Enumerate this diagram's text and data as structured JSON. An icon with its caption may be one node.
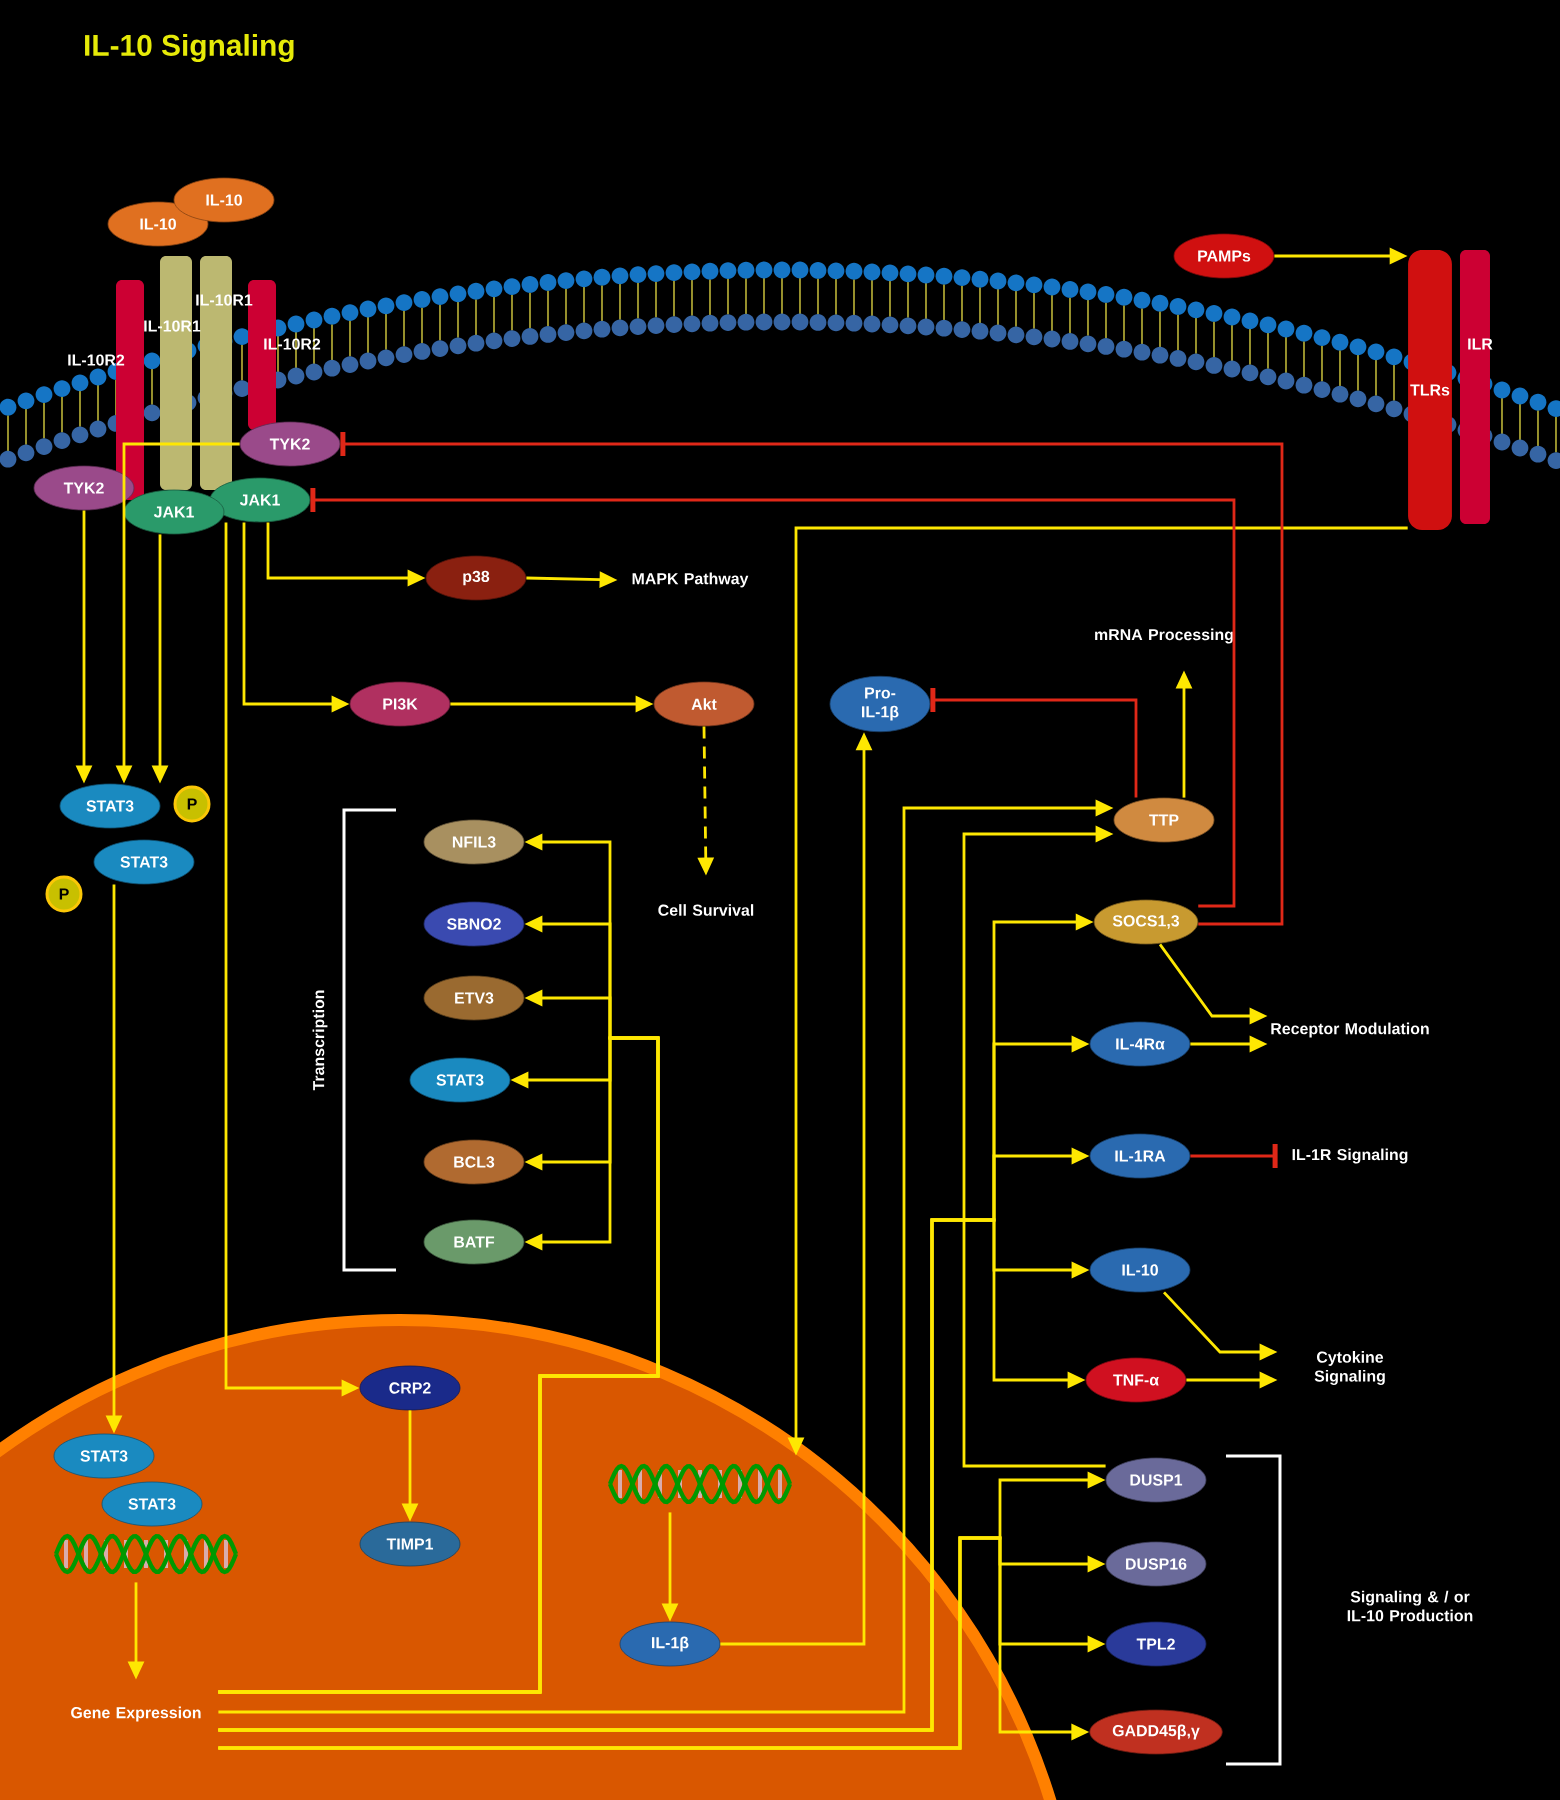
{
  "diagram": {
    "title": "IL-10 Signaling",
    "nodes": [
      {
        "text": [
          "IL-10"
        ]
      },
      {
        "text": [
          "IL-10"
        ]
      },
      {
        "text": [
          "TYK2"
        ]
      },
      {
        "text": [
          "TYK2"
        ]
      },
      {
        "text": [
          "JAK1"
        ]
      },
      {
        "text": [
          "JAK1"
        ]
      },
      {
        "text": [
          "PAMPs"
        ]
      },
      {
        "text": [
          "TLRs"
        ]
      },
      {
        "text": [
          "p38"
        ]
      },
      {
        "text": [
          "MAPK Pathway"
        ]
      },
      {
        "text": [
          "PI3K"
        ]
      },
      {
        "text": [
          "Akt"
        ]
      },
      {
        "text": [
          "mRNA Processing"
        ]
      },
      {
        "text": [
          "Pro- IL-1β"
        ]
      },
      {
        "text": [
          "STAT3"
        ]
      },
      {
        "text": [
          "P"
        ]
      },
      {
        "text": [
          "STAT3"
        ]
      },
      {
        "text": [
          "P"
        ]
      },
      {
        "text": [
          "NFIL3"
        ]
      },
      {
        "text": [
          "TTP"
        ]
      },
      {
        "text": [
          "SBNO2"
        ]
      },
      {
        "text": [
          "Cell Survival"
        ]
      },
      {
        "text": [
          "SOCS1,3"
        ]
      },
      {
        "text": [
          "ETV3"
        ]
      },
      {
        "text": [
          "Receptor Modulation"
        ]
      },
      {
        "text": [
          "IL-4Rα"
        ]
      },
      {
        "text": [
          "STAT3"
        ]
      },
      {
        "text": [
          "IL-1RA"
        ]
      },
      {
        "text": [
          "IL-1R Signaling"
        ]
      },
      {
        "text": [
          "BCL3"
        ]
      },
      {
        "text": [
          "BATF"
        ]
      },
      {
        "text": [
          "IL-10"
        ]
      },
      {
        "text": [
          "Cytokine Signaling"
        ]
      },
      {
        "text": [
          "TNF-α"
        ]
      },
      {
        "text": [
          "CRP2"
        ]
      },
      {
        "text": [
          "STAT3"
        ]
      },
      {
        "text": [
          "STAT3"
        ]
      },
      {
        "text": [],
        "shape": "picture"
      },
      {
        "text": [
          "DUSP1"
        ]
      },
      {
        "text": [],
        "shape": "picture"
      },
      {
        "text": [
          "TIMP1"
        ]
      },
      {
        "text": [
          "DUSP16"
        ]
      },
      {
        "text": [
          "IL-1β"
        ]
      },
      {
        "text": [
          "TPL2"
        ]
      },
      {
        "text": [
          "Gene Expression"
        ]
      },
      {
        "text": [
          "GADD45β,γ"
        ]
      }
    ],
    "edges": [
      {
        "from": 3,
        "to": 14,
        "arrow": "to"
      },
      {
        "from": 2,
        "to": 14,
        "arrow": "to"
      },
      {
        "from": 5,
        "to": 14,
        "arrow": "to"
      },
      {
        "from": 6,
        "to": 7,
        "arrow": "to"
      },
      {
        "from": 7,
        "to": 39,
        "arrow": "to"
      },
      {
        "from": 4,
        "to": 8,
        "arrow": "to"
      },
      {
        "from": 8,
        "to": 9,
        "arrow": "to"
      },
      {
        "from": 4,
        "to": 10,
        "arrow": "to"
      },
      {
        "from": 10,
        "to": 11,
        "arrow": "to"
      },
      {
        "from": 11,
        "to": 21,
        "arrow": "to",
        "style": "dashed"
      },
      {
        "from": 4,
        "to": 34,
        "arrow": "to"
      },
      {
        "from": 34,
        "to": 40,
        "arrow": "to"
      },
      {
        "from": 16,
        "to": 35,
        "arrow": "to"
      },
      {
        "from": 37,
        "to": 44,
        "arrow": "to"
      },
      {
        "from": 39,
        "to": 42,
        "arrow": "to"
      },
      {
        "from": 42,
        "to": 13,
        "arrow": "to"
      },
      {
        "from": 44,
        "to": 18,
        "arrow": "to"
      },
      {
        "from": 44,
        "to": 20,
        "arrow": "to"
      },
      {
        "from": 44,
        "to": 23,
        "arrow": "to"
      },
      {
        "from": 44,
        "to": 26,
        "arrow": "to"
      },
      {
        "from": 44,
        "to": 29,
        "arrow": "to"
      },
      {
        "from": 44,
        "to": 30,
        "arrow": "to"
      },
      {
        "from": 44,
        "to": 19,
        "arrow": "to"
      },
      {
        "from": 38,
        "to": 19,
        "arrow": "to"
      },
      {
        "from": 44,
        "to": 22,
        "arrow": "to"
      },
      {
        "from": 44,
        "to": 25,
        "arrow": "to"
      },
      {
        "from": 44,
        "to": 27,
        "arrow": "to"
      },
      {
        "from": 44,
        "to": 31,
        "arrow": "to"
      },
      {
        "from": 44,
        "to": 33,
        "arrow": "to"
      },
      {
        "from": 44,
        "to": 38,
        "arrow": "to"
      },
      {
        "from": 44,
        "to": 41,
        "arrow": "to"
      },
      {
        "from": 44,
        "to": 43,
        "arrow": "to"
      },
      {
        "from": 44,
        "to": 45,
        "arrow": "to"
      },
      {
        "from": 19,
        "to": 12,
        "arrow": "to"
      },
      {
        "from": 19,
        "to": 13,
        "arrow": "other",
        "color": "#e02818"
      },
      {
        "from": 22,
        "to": 2,
        "arrow": "other",
        "color": "#e02818"
      },
      {
        "from": 22,
        "to": 4,
        "arrow": "other",
        "color": "#e02818"
      },
      {
        "from": 22,
        "to": 24,
        "arrow": "to"
      },
      {
        "from": 25,
        "to": 24,
        "arrow": "to"
      },
      {
        "from": 27,
        "to": 28,
        "arrow": "other",
        "color": "#e02818"
      },
      {
        "from": 31,
        "to": 32,
        "arrow": "to"
      },
      {
        "from": 33,
        "to": 32,
        "arrow": "to"
      }
    ],
    "labels": [
      "IL-10R1",
      "IL-10R1",
      "IL-10R2",
      "IL-10R2",
      "ILR",
      "Transcription",
      "Signaling & / or IL-10 Production"
    ]
  }
}
